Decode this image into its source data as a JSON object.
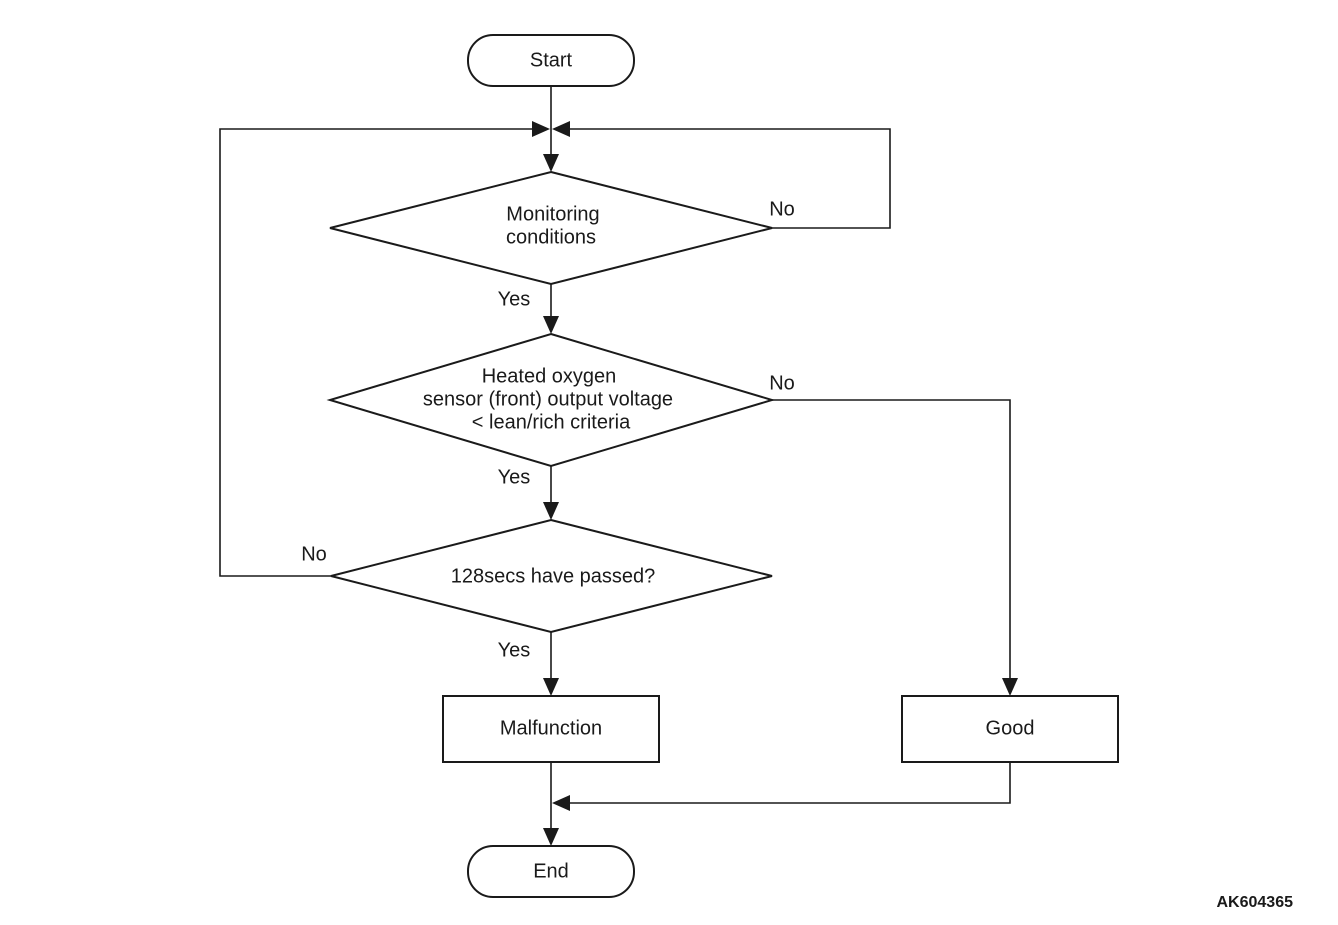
{
  "nodes": {
    "start": "Start",
    "monitoring": [
      "Monitoring",
      "conditions"
    ],
    "sensor": [
      "Heated oxygen",
      "sensor (front) output voltage",
      "< lean/rich criteria"
    ],
    "timer": "128secs have passed?",
    "malfunction": "Malfunction",
    "good": "Good",
    "end": "End"
  },
  "branches": {
    "monitoring_no": "No",
    "monitoring_yes": "Yes",
    "sensor_no": "No",
    "sensor_yes": "Yes",
    "timer_no": "No",
    "timer_yes": "Yes"
  },
  "figure_id": "AK604365"
}
